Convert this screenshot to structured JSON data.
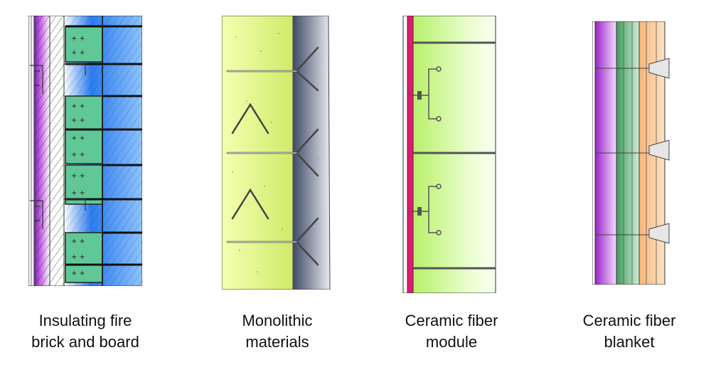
{
  "panels": [
    {
      "label_line1": "Insulating fire",
      "label_line2": "brick and board"
    },
    {
      "label_line1": "Monolithic",
      "label_line2": "materials"
    },
    {
      "label_line1": "Ceramic fiber",
      "label_line2": "module"
    },
    {
      "label_line1": "Ceramic fiber",
      "label_line2": "blanket"
    }
  ],
  "colors": {
    "purple": "#b44cd8",
    "green_brick": "#5fc896",
    "blue_board": "#2f7fe8",
    "yellow_green": "#dff28a",
    "slate": "#55607a",
    "pink": "#e4176e",
    "light_green": "#c9f78a",
    "peach": "#f7c48e",
    "dark_green": "#3f9a5a"
  }
}
